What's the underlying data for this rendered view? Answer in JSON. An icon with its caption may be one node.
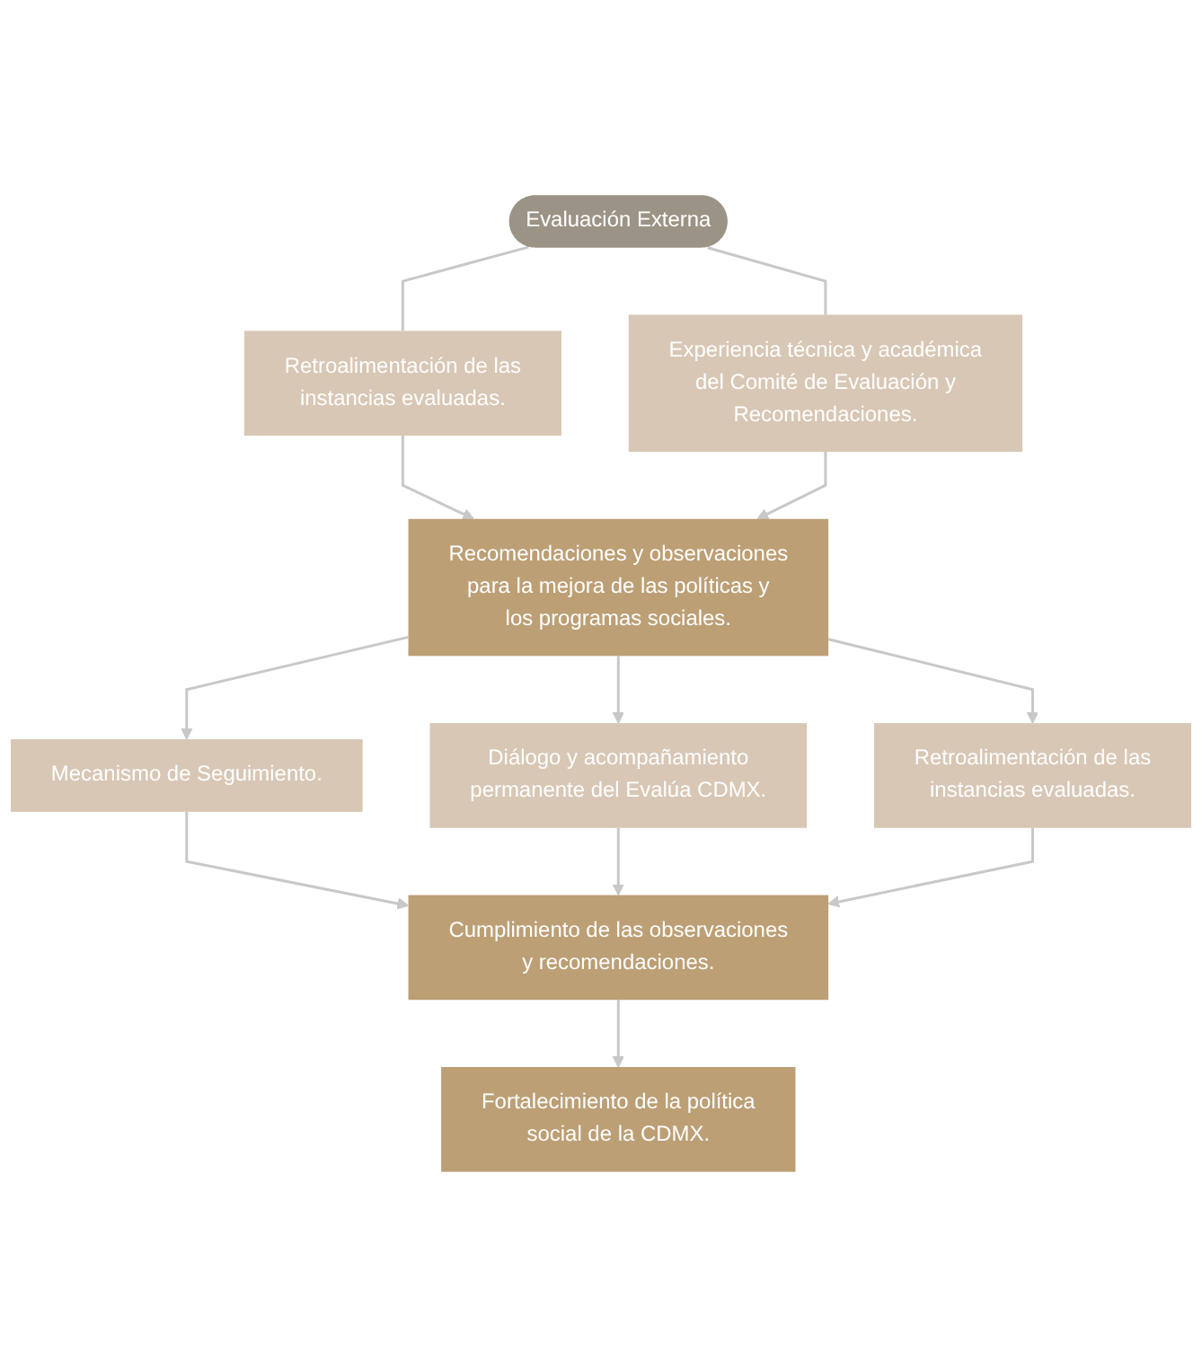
{
  "diagram": {
    "nodes": [
      {
        "text": [
          "Evaluación Externa"
        ]
      },
      {
        "text": [
          "Retroalimentación de las instancias evaluadas."
        ]
      },
      {
        "text": [
          "Experiencia técnica y académica del Comité de Evaluación y Recomendaciones."
        ]
      },
      {
        "text": [
          "Recomendaciones y observaciones para la mejora de las políticas y los programas sociales."
        ]
      },
      {
        "text": [
          "Mecanismo de Seguimiento."
        ]
      },
      {
        "text": [
          "Diálogo y acompañamiento permanente del Evalúa CDMX."
        ]
      },
      {
        "text": [
          "Retroalimentación de las instancias evaluadas."
        ]
      },
      {
        "text": [
          "Cumplimiento de las observaciones y recomendaciones."
        ]
      },
      {
        "text": [
          "Fortalecimiento de la política social de la CDMX."
        ]
      }
    ],
    "edges": [
      {
        "from": 0,
        "to": 1,
        "arrow": "none"
      },
      {
        "from": 0,
        "to": 2,
        "arrow": "none"
      },
      {
        "from": 1,
        "to": 3,
        "arrow": "to"
      },
      {
        "from": 2,
        "to": 3,
        "arrow": "to"
      },
      {
        "from": 3,
        "to": 4,
        "arrow": "to"
      },
      {
        "from": 3,
        "to": 5,
        "arrow": "to"
      },
      {
        "from": 3,
        "to": 6,
        "arrow": "to"
      },
      {
        "from": 4,
        "to": 7,
        "arrow": "to"
      },
      {
        "from": 5,
        "to": 7,
        "arrow": "to"
      },
      {
        "from": 6,
        "to": 7,
        "arrow": "to"
      },
      {
        "from": 7,
        "to": 8,
        "arrow": "to"
      }
    ]
  }
}
